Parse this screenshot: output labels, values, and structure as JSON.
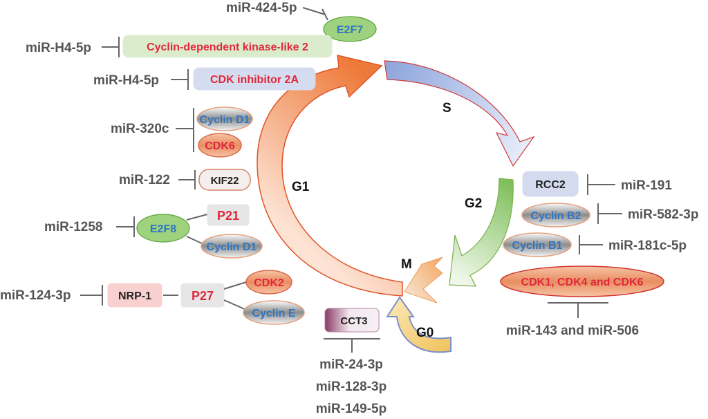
{
  "phases": {
    "g1": "G1",
    "s": "S",
    "g2": "G2",
    "m": "M",
    "g0": "G0"
  },
  "targets": {
    "e2f7": "E2F7",
    "cdkl2": "Cyclin-dependent kinase-like 2",
    "cdkn2a": "CDK inhibitor 2A",
    "cyclin_d1_a": "Cyclin D1",
    "cdk6": "CDK6",
    "kif22": "KIF22",
    "p21": "P21",
    "e2f8": "E2F8",
    "cyclin_d1_b": "Cyclin D1",
    "cdk2": "CDK2",
    "nrp1": "NRP-1",
    "p27": "P27",
    "cyclin_e": "Cyclin E",
    "cct3": "CCT3",
    "rcc2": "RCC2",
    "cyclin_b2": "Cyclin B2",
    "cyclin_b1": "Cyclin B1",
    "cdk146": "CDK1, CDK4 and CDK6"
  },
  "mirnas": {
    "mir_424": "miR-424-5p",
    "mir_h4_a": "miR-H4-5p",
    "mir_h4_b": "miR-H4-5p",
    "mir_320c": "miR-320c",
    "mir_122": "miR-122",
    "mir_1258": "miR-1258",
    "mir_124": "miR-124-3p",
    "mir_24": "miR-24-3p",
    "mir_128": "miR-128-3p",
    "mir_149": "miR-149-5p",
    "mir_191": "miR-191",
    "mir_582": "miR-582-3p",
    "mir_181c": "miR-181c-5p",
    "mir_143_506": "miR-143 and miR-506"
  },
  "colors": {
    "g1_arrow": "#f08a4b",
    "s_arrow": "#9fb3e0",
    "g2_arrow": "#8ec36a",
    "m_arrow": "#f3b177",
    "g0_arrow": "#f5c76a",
    "text_blue": "#2e75c4",
    "text_red": "#e0283c",
    "mirna_gray": "#555555"
  }
}
